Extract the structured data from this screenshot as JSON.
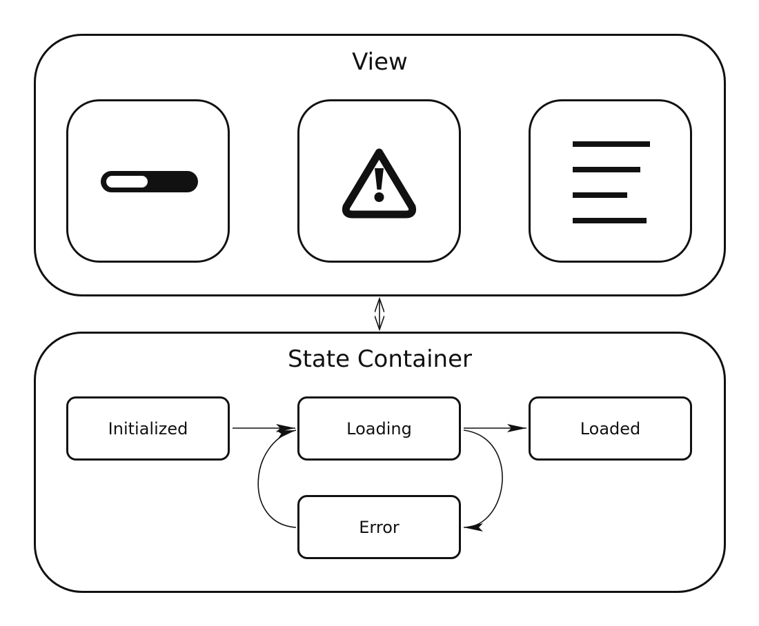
{
  "view": {
    "title": "View",
    "tiles": [
      {
        "icon": "progress-bar-icon"
      },
      {
        "icon": "warning-icon"
      },
      {
        "icon": "text-lines-icon"
      }
    ]
  },
  "connector": {
    "icon": "double-arrow-icon"
  },
  "state_container": {
    "title": "State Container",
    "states": {
      "initialized": "Initialized",
      "loading": "Loading",
      "loaded": "Loaded",
      "error": "Error"
    }
  },
  "transitions": [
    {
      "from": "Initialized",
      "to": "Loading"
    },
    {
      "from": "Loading",
      "to": "Loaded"
    },
    {
      "from": "Loading",
      "to": "Error"
    },
    {
      "from": "Error",
      "to": "Loading"
    }
  ],
  "colors": {
    "stroke": "#111111",
    "background": "#ffffff"
  }
}
